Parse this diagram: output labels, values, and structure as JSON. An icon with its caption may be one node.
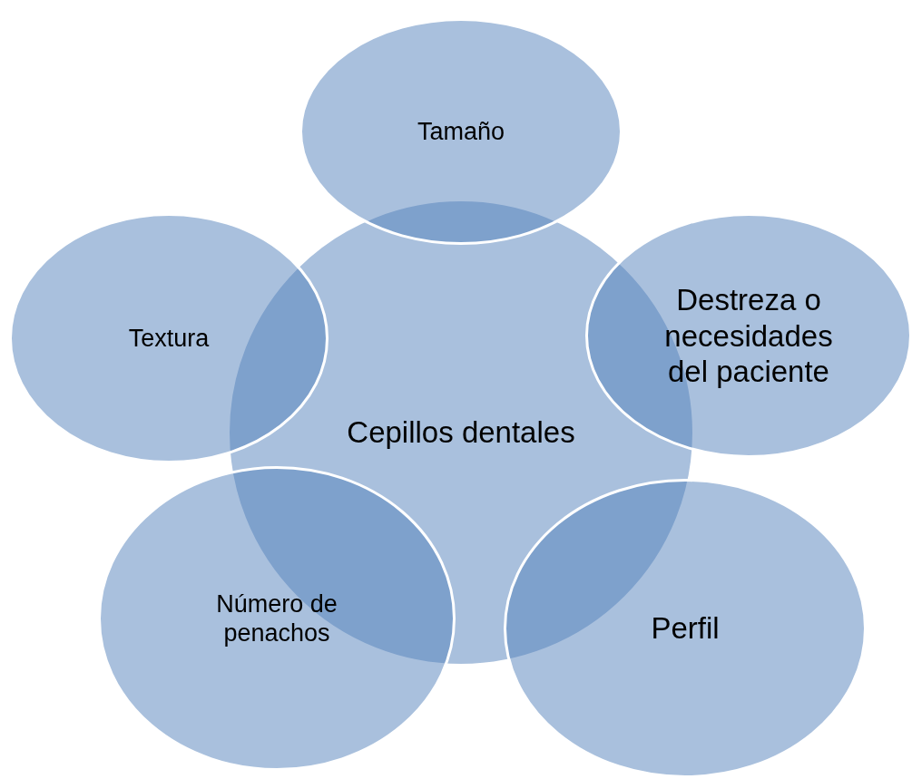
{
  "diagram": {
    "nodes": [
      {
        "text": [
          "Tamaño"
        ]
      },
      {
        "text": [
          "Textura"
        ]
      },
      {
        "text": [
          "Destreza o necesidades del paciente"
        ]
      },
      {
        "text": [
          "Cepillos dentales"
        ]
      },
      {
        "text": [
          "Número de penachos"
        ]
      },
      {
        "text": [
          "Perfil"
        ]
      }
    ],
    "edges": []
  }
}
